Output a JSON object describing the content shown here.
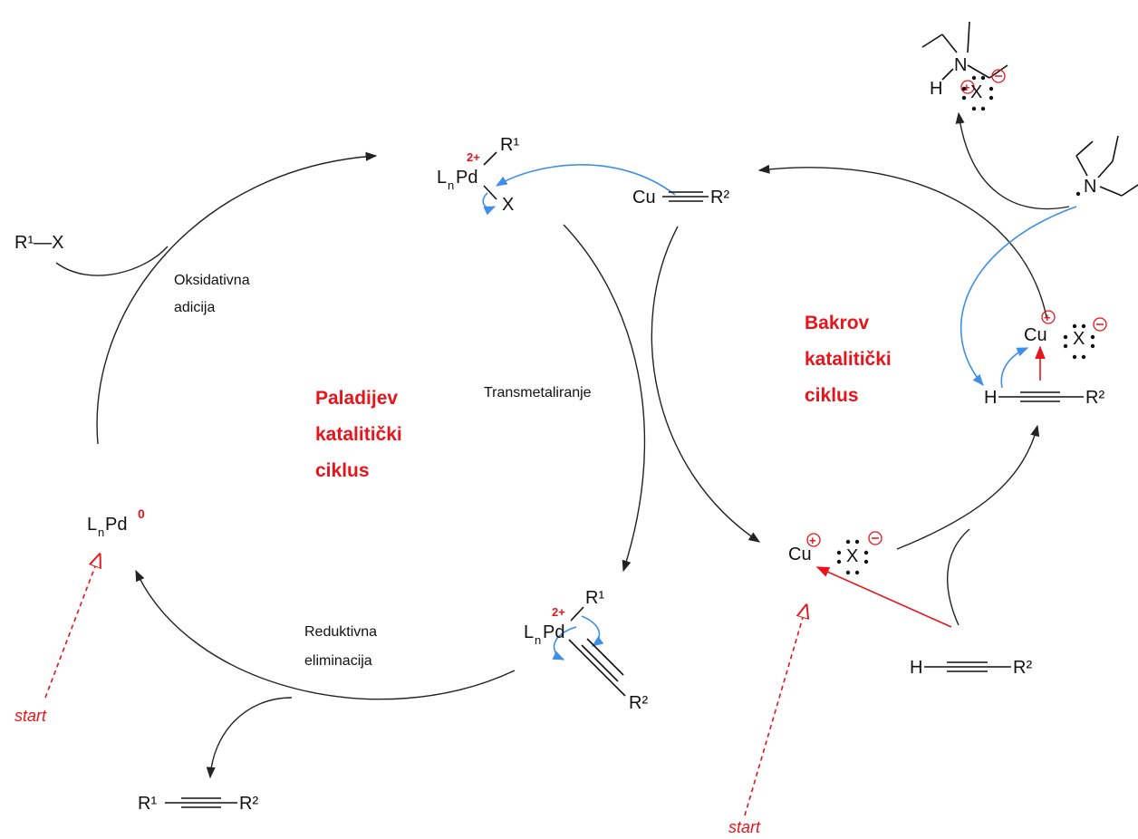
{
  "titles": {
    "palladium_l1": "Paladijev",
    "palladium_l2": "katalitički",
    "palladium_l3": "ciklus",
    "copper_l1": "Bakrov",
    "copper_l2": "katalitički",
    "copper_l3": "ciklus"
  },
  "steps": {
    "oxidative_l1": "Oksidativna",
    "oxidative_l2": "adicija",
    "transmetalation": "Transmetaliranje",
    "reductive_l1": "Reduktivna",
    "reductive_l2": "eliminacija"
  },
  "species": {
    "r1x": "R¹—X",
    "lnpd": "L",
    "lnpd_sub": "n",
    "pd": "Pd",
    "pd0_sup": "0",
    "charge_2plus": "2+",
    "r1": "R¹",
    "x": "X",
    "cu": "Cu",
    "r2": "R²",
    "h": "H",
    "n": "N",
    "product_r1": "R¹",
    "product_r2": "R²"
  },
  "labels": {
    "start_left": "start",
    "start_right": "start"
  },
  "colors": {
    "accent_red": "#e8141b",
    "arrow_blue": "#3f8ee8",
    "line": "#222222"
  }
}
